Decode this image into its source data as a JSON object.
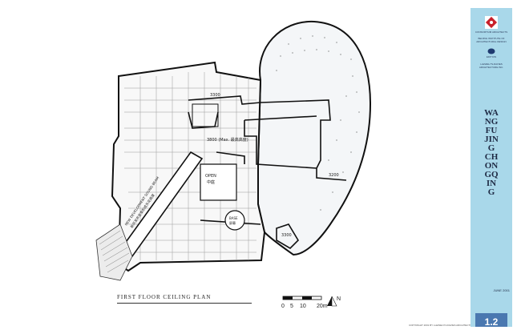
{
  "plan": {
    "title": "FIRST FLOOR CEILING PLAN",
    "annotations": {
      "height_3300_top": "3300",
      "height_3800_mid": "3800 (Max. 最高高度)",
      "height_3200_right": "3200",
      "open_label": "OPEN",
      "open_cn": "中庭",
      "height_3300_bottom": "3300",
      "diagonal_note_1": "NEW DEVELOPMENT SOUND BEAM",
      "diagonal_note_2": "新开发声音束形成天花高度",
      "round_note_1": "BASE",
      "round_note_2": "屏幕"
    },
    "scale": {
      "ticks": [
        "0",
        "5",
        "10",
        "20m"
      ],
      "north": "N"
    },
    "copyright": "COPYRIGHT 2001 BY LLEWELYN-DAVIES ARCHITECTURE, INC."
  },
  "titleblock": {
    "logo_text": "CONSORTIUM ARCHITECTS",
    "firm_1": "BEIJING INSTITUTE OF ARCHITECTURAL DESIGN",
    "firm_2": "EDITION",
    "firm_3": "LLEWELYN-DAVIES ARCHITECTURE INC.",
    "project_name": "WANGFUJING CHONGQING",
    "date": "JUNE 2001",
    "sheet_number": "1.2"
  },
  "colors": {
    "titleblock_bg": "#a9d8ea",
    "accent": "#4a78b0",
    "ink": "#222222"
  }
}
